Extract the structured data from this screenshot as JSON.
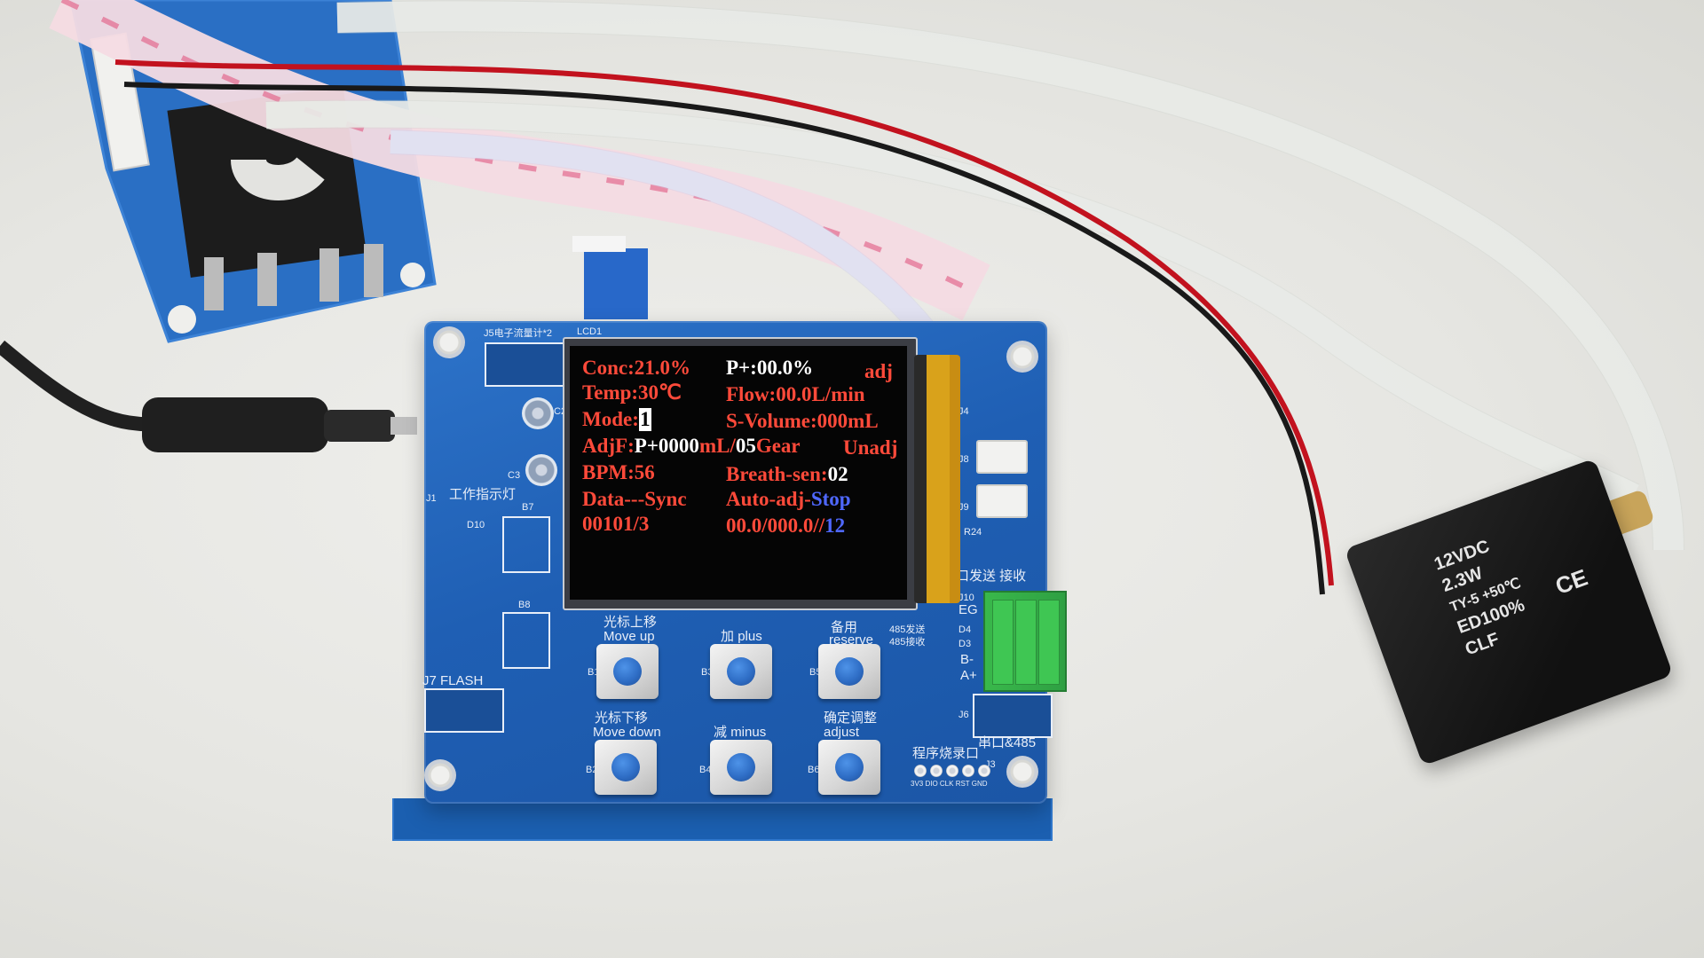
{
  "lcd": {
    "conc": "Conc:21.0%",
    "pressure": "P+:00.0%",
    "adj": "adj",
    "temp": "Temp:30℃",
    "flow": "Flow:00.0L/min",
    "mode_label": "Mode:",
    "mode_value": "1",
    "svolume": "S-Volume:000mL",
    "adjf_label": "AdjF:",
    "adjf_value": "P+0000",
    "adjf_unit": "mL/",
    "gear_value": "05",
    "gear_label": "Gear",
    "unadj": "Unadj",
    "bpm": "BPM:56",
    "breath_label": "Breath-sen:",
    "breath_value": "02",
    "data_sync": "Data---Sync",
    "auto_adj_label": "Auto-adj-",
    "auto_adj_value": "Stop",
    "counter": "00101/3",
    "readout": "00.0/000.0//",
    "readout_value": "12"
  },
  "buttons": {
    "move_up_cn": "光标上移",
    "move_up_en": "Move up",
    "plus_cn": "加",
    "plus_en": "plus",
    "reserve_cn": "备用",
    "reserve_en": "reserve",
    "move_down_cn": "光标下移",
    "move_down_en": "Move down",
    "minus_cn": "减",
    "minus_en": "minus",
    "adjust_cn": "确定调整",
    "adjust_en": "adjust",
    "b1": "B1",
    "b2": "B2",
    "b3": "B3",
    "b4": "B4",
    "b5": "B5",
    "b6": "B6"
  },
  "board": {
    "j5": "J5电子流量计*2",
    "lcd1": "LCD1",
    "j1": "J1",
    "work_led": "工作指示灯",
    "b7": "B7",
    "b8": "B8",
    "c2": "C2",
    "c3": "C3",
    "d10": "D10",
    "j7": "J7 FLASH",
    "j4": "J4",
    "j8": "J8",
    "j9": "J9",
    "r24": "R24",
    "serial_tx_rx": "串口发送    接收",
    "j10": "J10",
    "eg": "EG",
    "d4": "D4",
    "d3": "D3",
    "b_minus": "B-",
    "a_plus": "A+",
    "tx485": "485发送",
    "rx485": "485接收",
    "j6": "J6",
    "serial485": "串口&485",
    "programmer": "程序烧录口",
    "j3": "J3",
    "prog_pins": "3V3 DIO CLK RST GND"
  },
  "solenoid": {
    "line1": "12VDC",
    "line2": "2.3W",
    "line3": "TY-5 +50℃",
    "line4": "ED100%",
    "line5": "CLF",
    "line6": "CE"
  },
  "colors": {
    "lcd_red": "#ff4a3a",
    "lcd_white": "#ffffff",
    "lcd_blue": "#4f68ff",
    "pcb_blue": "#1f5fb4"
  }
}
